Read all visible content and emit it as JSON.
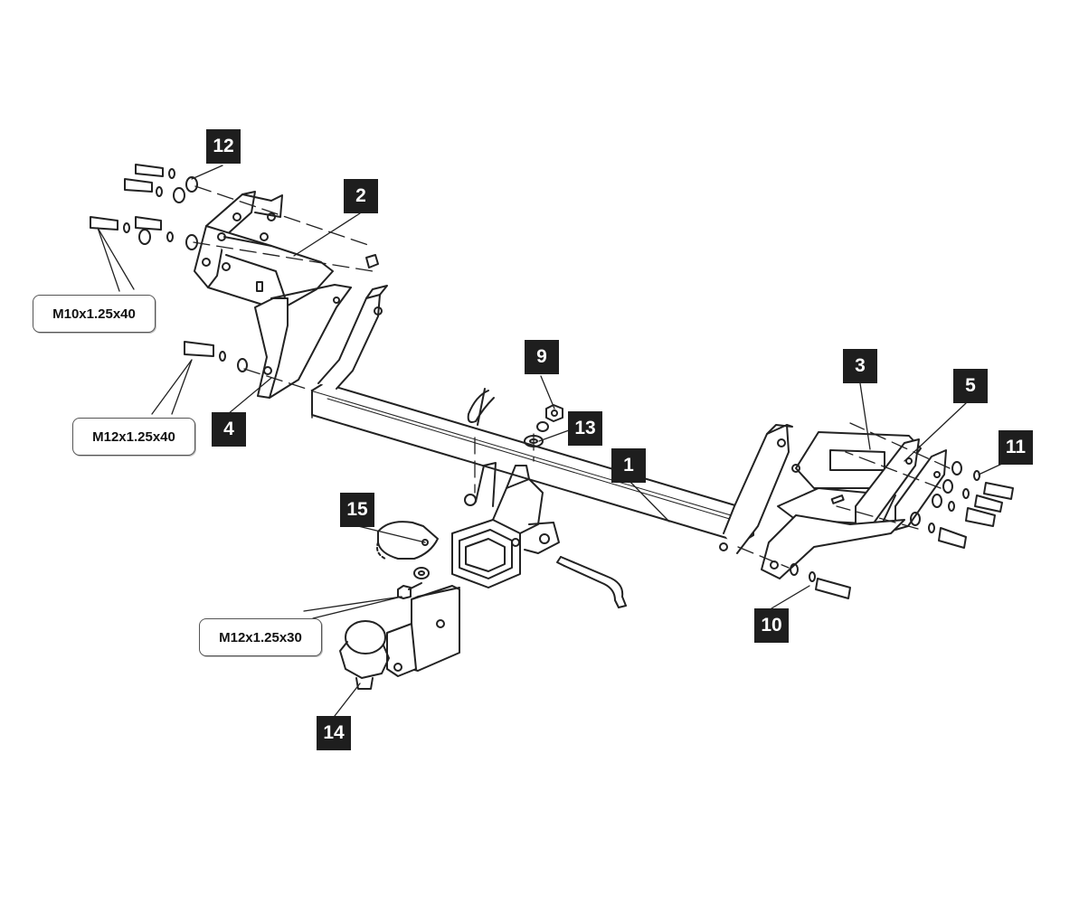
{
  "callouts": {
    "c1": "1",
    "c2": "2",
    "c3": "3",
    "c4": "4",
    "c5": "5",
    "c9": "9",
    "c10": "10",
    "c11": "11",
    "c12": "12",
    "c13": "13",
    "c14": "14",
    "c15": "15"
  },
  "specs": {
    "bolt_m10": "M10x1.25x40",
    "bolt_m12_40": "M12x1.25x40",
    "bolt_m12_30": "M12x1.25x30"
  },
  "colors": {
    "line": "#222222",
    "callout_bg": "#1e1e1e",
    "callout_text": "#ffffff"
  }
}
